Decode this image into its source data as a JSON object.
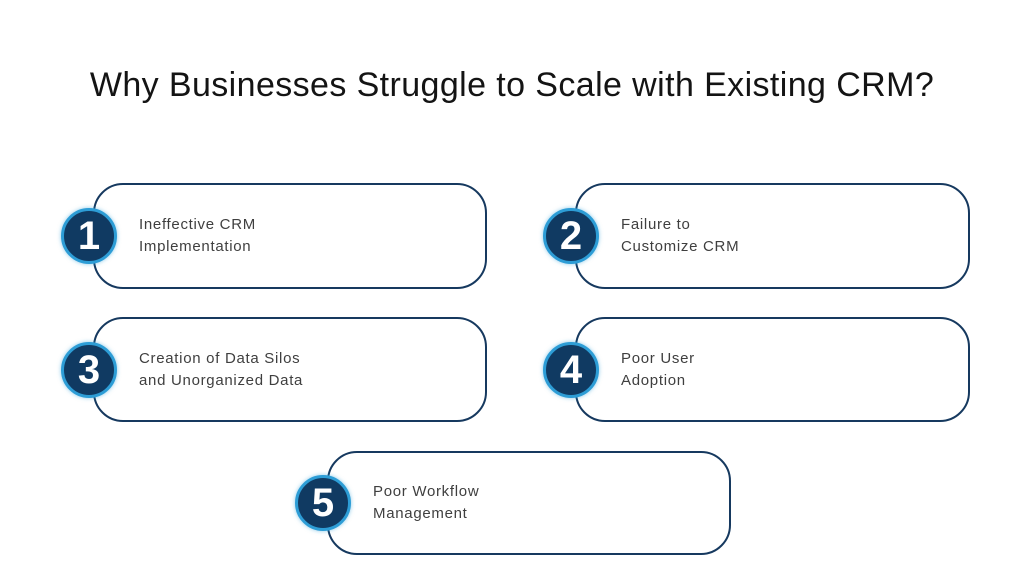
{
  "page": {
    "title": "Why Businesses Struggle to Scale with Existing CRM?"
  },
  "colors": {
    "page_bg": "#ffffff",
    "navy": "#103a62",
    "ring_blue": "#2d9dd6",
    "card_border": "#16395f",
    "title_text": "#141414",
    "body_text": "#3f3f3f",
    "number_text": "#ffffff"
  },
  "cards": [
    {
      "number": "1",
      "lines": [
        "Ineffective CRM",
        "Implementation"
      ]
    },
    {
      "number": "2",
      "lines": [
        "Failure to",
        "Customize CRM"
      ]
    },
    {
      "number": "3",
      "lines": [
        "Creation of Data Silos",
        "and Unorganized Data"
      ]
    },
    {
      "number": "4",
      "lines": [
        "Poor User",
        "Adoption"
      ]
    },
    {
      "number": "5",
      "lines": [
        "Poor Workflow",
        "Management"
      ]
    }
  ]
}
